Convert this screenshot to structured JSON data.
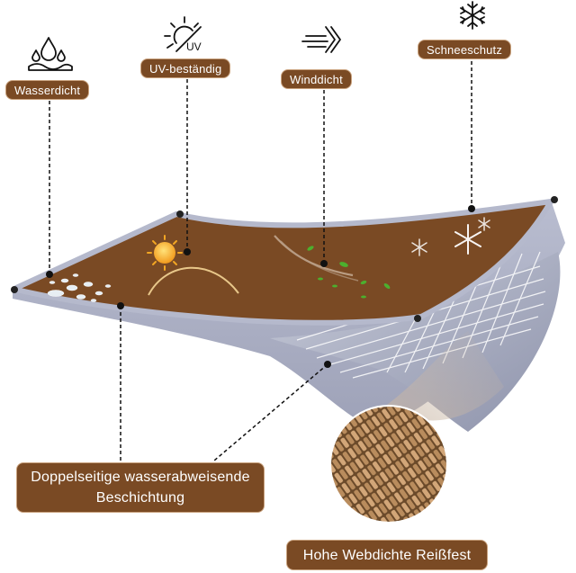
{
  "features": {
    "waterproof": {
      "label": "Wasserdicht",
      "icon": "water-drops-icon"
    },
    "uv": {
      "label": "UV-beständig",
      "icon": "sun-uv-icon",
      "icon_text": "UV"
    },
    "windproof": {
      "label": "Winddicht",
      "icon": "wind-icon"
    },
    "snow": {
      "label": "Schneeschutz",
      "icon": "snowflake-icon"
    }
  },
  "coating": {
    "line1": "Doppelseitige wasserabweisende",
    "line2": "Beschichtung"
  },
  "weave": {
    "label": "Hohe Webdichte Reißfest"
  },
  "colors": {
    "badge_bg": "#7a4a24",
    "badge_border": "#c9a27e",
    "tarp_brown": "#7a4a24",
    "tarp_edge": "#a7abc0",
    "leaf_green": "#4caf2e",
    "sun_orange": "#f2a623"
  }
}
